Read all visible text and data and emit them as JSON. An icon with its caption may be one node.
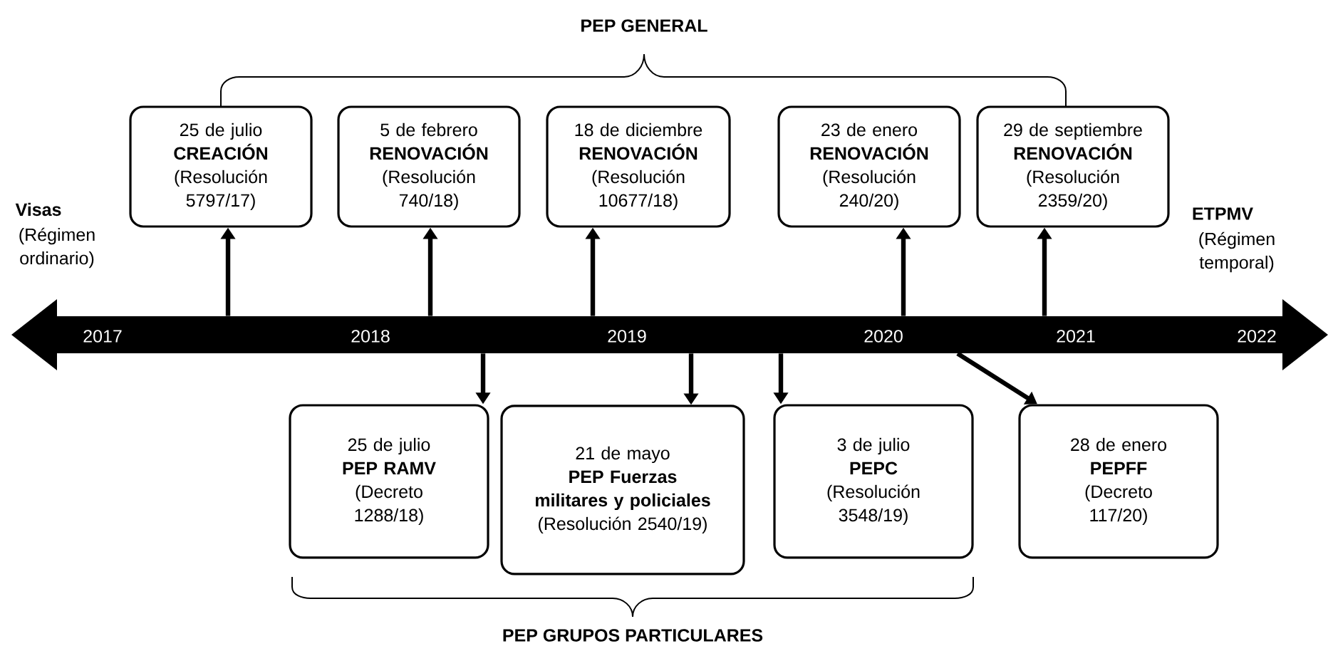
{
  "diagram": {
    "nodes": [
      {
        "text": [
          "2017",
          "2018",
          "2019",
          "2020",
          "2021",
          "2022"
        ]
      },
      {
        "text": [
          "25 de julio",
          "CREACIÓN",
          "(Resolución 5797/17)"
        ]
      },
      {
        "text": [
          "5 de febrero",
          "RENOVACIÓN",
          "(Resolución 740/18)"
        ]
      },
      {
        "text": [
          "18 de diciembre",
          "RENOVACIÓN",
          "(Resolución 10677/18)"
        ]
      },
      {
        "text": [
          "23 de enero",
          "RENOVACIÓN",
          "(Resolución 240/20)"
        ]
      },
      {
        "text": [
          "29 de septiembre",
          "RENOVACIÓN",
          "(Resolución 2359/20)"
        ]
      },
      {
        "text": [
          "25 de julio",
          "PEP RAMV",
          "(Decreto 1288/18)"
        ]
      },
      {
        "text": [
          "21 de mayo",
          "PEP Fuerzas militares y policiales",
          "(Resolución 2540/19)"
        ]
      },
      {
        "text": [
          "3 de julio",
          "PEPC",
          "(Resolución 3548/19)"
        ]
      },
      {
        "text": [
          "28 de enero",
          "PEPFF",
          "(Decreto 117/20)"
        ]
      }
    ],
    "edges": [
      {
        "from": 0,
        "to": 1,
        "arrow": "to"
      },
      {
        "from": 0,
        "to": 2,
        "arrow": "to"
      },
      {
        "from": 0,
        "to": 3,
        "arrow": "to"
      },
      {
        "from": 0,
        "to": 4,
        "arrow": "to"
      },
      {
        "from": 0,
        "to": 5,
        "arrow": "to"
      },
      {
        "from": 0,
        "to": 6,
        "arrow": "to"
      },
      {
        "from": 0,
        "to": 7,
        "arrow": "to"
      },
      {
        "from": 0,
        "to": 8,
        "arrow": "to"
      },
      {
        "from": 0,
        "to": 9,
        "arrow": "to"
      }
    ],
    "labels": [
      "PEP GENERAL",
      "Visas",
      "(Régimen ordinario)",
      "ETPMV",
      "(Régimen temporal)",
      "PEP GRUPOS PARTICULARES"
    ]
  }
}
